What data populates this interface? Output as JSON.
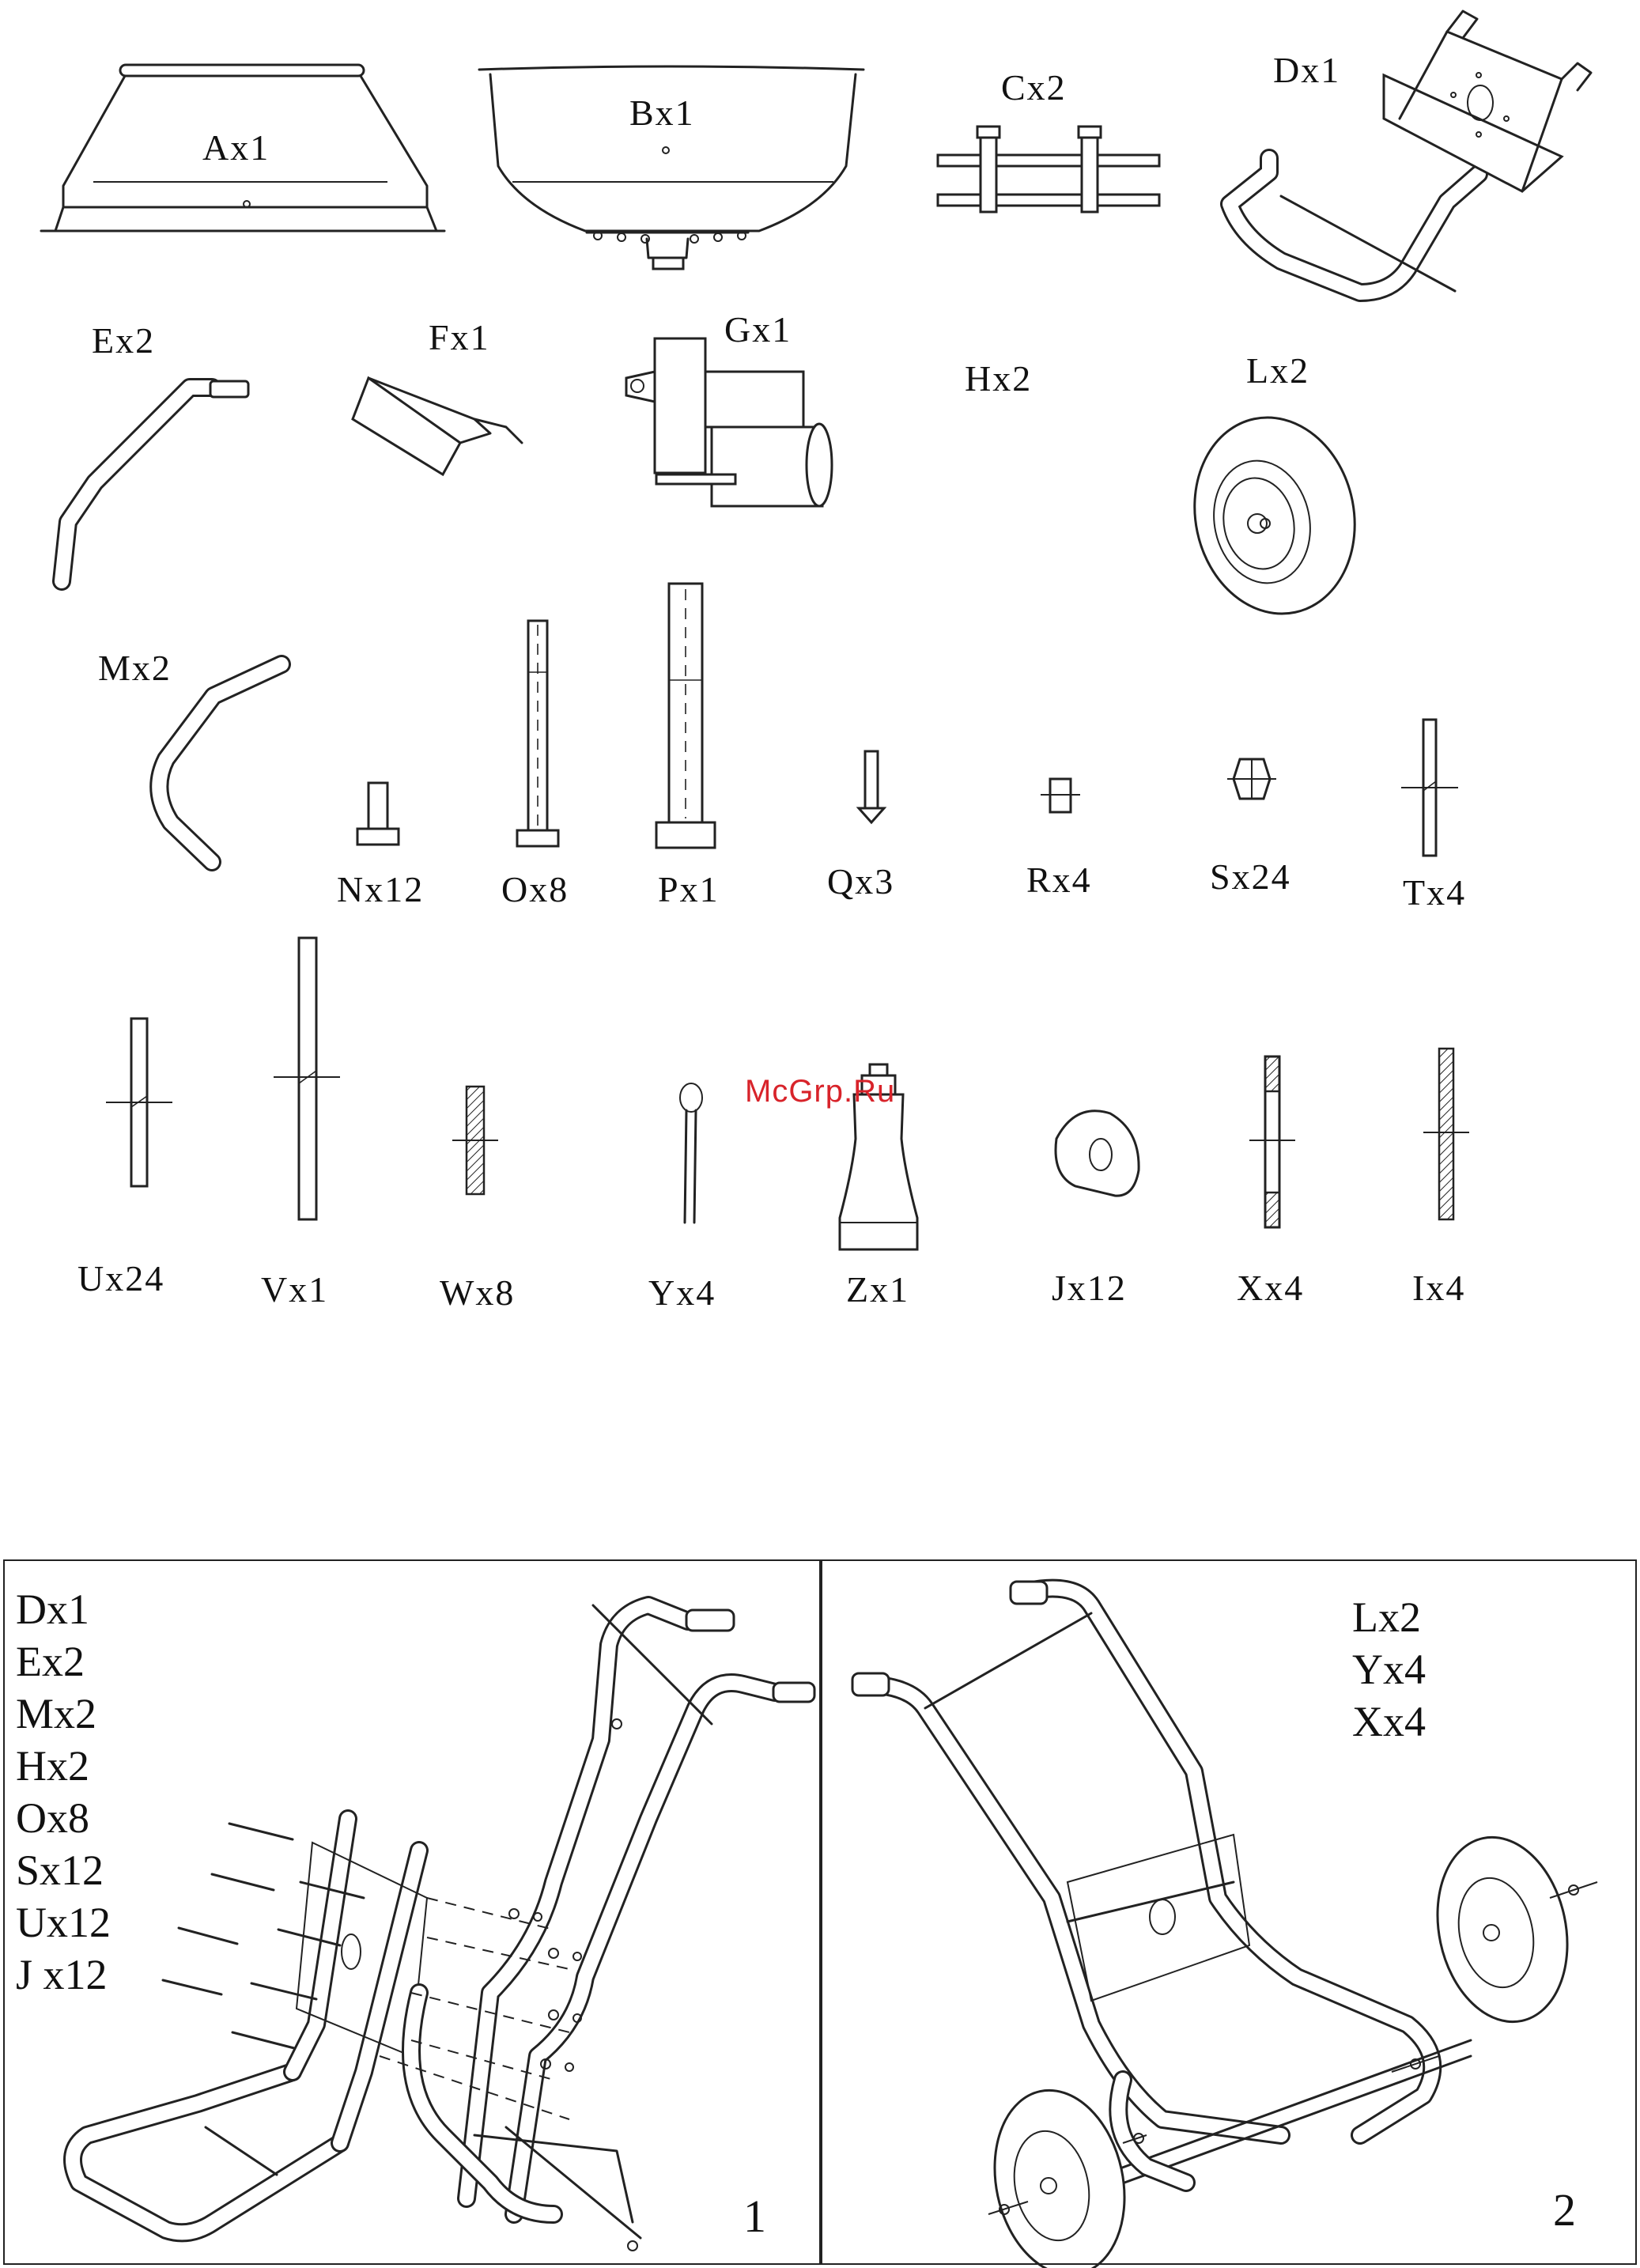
{
  "parts": [
    {
      "id": "A",
      "label": "Ax1"
    },
    {
      "id": "B",
      "label": "Bx1"
    },
    {
      "id": "C",
      "label": "Cx2"
    },
    {
      "id": "D",
      "label": "Dx1"
    },
    {
      "id": "E",
      "label": "Ex2"
    },
    {
      "id": "F",
      "label": "Fx1"
    },
    {
      "id": "G",
      "label": "Gx1"
    },
    {
      "id": "H",
      "label": "Hx2"
    },
    {
      "id": "L",
      "label": "Lx2"
    },
    {
      "id": "M",
      "label": "Mx2"
    },
    {
      "id": "N",
      "label": "Nx12"
    },
    {
      "id": "O",
      "label": "Ox8"
    },
    {
      "id": "P",
      "label": "Px1"
    },
    {
      "id": "Q",
      "label": "Qx3"
    },
    {
      "id": "R",
      "label": "Rx4"
    },
    {
      "id": "S",
      "label": "Sx24"
    },
    {
      "id": "T",
      "label": "Tx4"
    },
    {
      "id": "U",
      "label": "Ux24"
    },
    {
      "id": "V",
      "label": "Vx1"
    },
    {
      "id": "W",
      "label": "Wx8"
    },
    {
      "id": "Y",
      "label": "Yx4"
    },
    {
      "id": "Z",
      "label": "Zx1"
    },
    {
      "id": "J",
      "label": "Jx12"
    },
    {
      "id": "X",
      "label": "Xx4"
    },
    {
      "id": "I",
      "label": "Ix4"
    }
  ],
  "watermark": "McGrp.Ru",
  "steps": [
    {
      "number": "1",
      "parts": [
        "Dx1",
        "Ex2",
        "Mx2",
        "Hx2",
        "Ox8",
        "Sx12",
        "Ux12",
        "J x12"
      ]
    },
    {
      "number": "2",
      "parts": [
        "Lx2",
        "Yx4",
        "Xx4"
      ]
    }
  ]
}
